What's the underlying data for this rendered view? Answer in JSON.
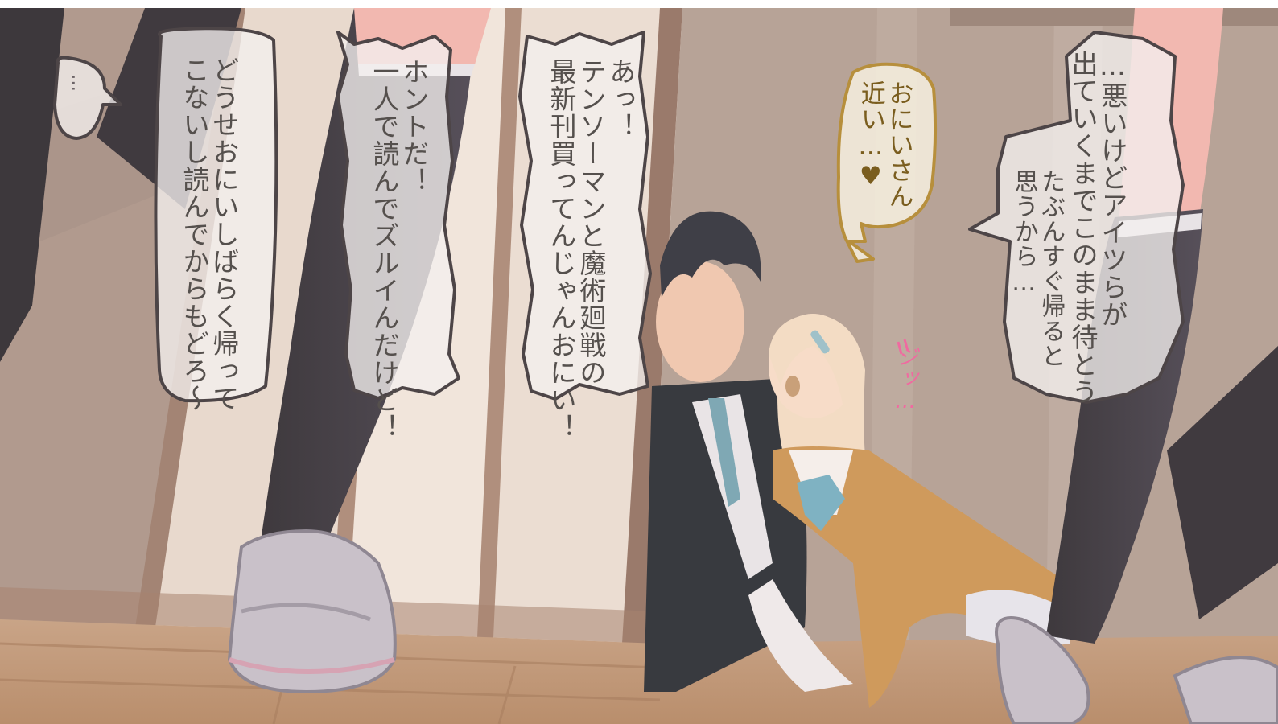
{
  "scene": {
    "description_colors": {
      "background_top": "#ffffff",
      "wall": "#b7a69c",
      "wood_floor": "#c89f7e",
      "door_frame": "#a38474",
      "sock": "#4a4448",
      "slipper": "#c6bfc6",
      "hair_blonde": "#f3dcc4",
      "cardigan": "#cf9a5c",
      "ribbon": "#7fb2c2",
      "suit": "#3a3b3f",
      "hair_dark": "#3f3f47",
      "bubble_border": "#4d4547",
      "gold_bubble_border": "#b78f3c",
      "sfx_pink": "#f06aa0"
    }
  },
  "bubbles": {
    "ellipsis": "…",
    "left_far": "どうせおにいしばらく帰って\nこないし読んでからもどろ〜",
    "left_mid": "ホントだ！\n一人で読んでズルイんだけど！",
    "center": "あっ！\nテンソーマンと魔術廻戦の\n最新刊買ってんじゃんおにい！",
    "heart": "おにいさん\n近い…♥",
    "right_1": "…悪いけどアイツらが\n出ていくまでこのまま待とう",
    "right_2": "たぶんすぐ帰ると\n思うから…"
  },
  "sfx": {
    "text": "ジッ…"
  }
}
